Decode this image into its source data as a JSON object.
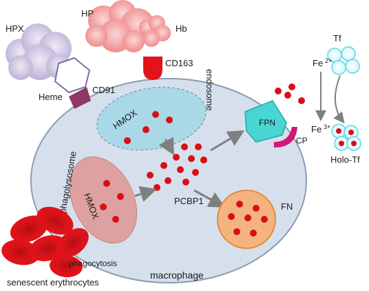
{
  "labels": {
    "hpx": "HPX",
    "hp": "HP",
    "hb": "Hb",
    "heme": "Heme",
    "cd91": "CD91",
    "cd163": "CD163",
    "endosome": "endosome",
    "hmox_endosome": "HMOX",
    "hmox_phagolysosome": "HMOX",
    "phagolysosome": "phagolysosome",
    "pcbp1": "PCBP1",
    "fpn": "FPN",
    "cp": "CP",
    "fn": "FN",
    "macrophage": "macrophage",
    "phagocytosis": "phagocytosis",
    "senescent_erythrocytes": "senescent erythrocytes",
    "tf": "Tf",
    "fe2_base": "Fe",
    "fe2_charge": "2+",
    "fe3_base": "Fe",
    "fe3_charge": "3+",
    "holo_tf": "Holo-Tf"
  },
  "colors": {
    "cell_fill": "#d6e0ec",
    "cell_stroke": "#8a9bb4",
    "endosome_fill": "#a9d8e6",
    "phagolysosome_fill": "#dca1a0",
    "fn_fill": "#f5b37f",
    "fn_stroke": "#e58a3c",
    "fpn_fill": "#48d6d2",
    "cp_color": "#d1187a",
    "iron_dot": "#d80f17",
    "arrow": "#7f7f7f",
    "hpx_fill": "#c7bedd",
    "hp_fill": "#f08e8e",
    "cd91_fill": "#8c3a62",
    "cd163_fill": "#e3131b",
    "tf_stroke": "#5fd6e4",
    "erythrocyte_fill": "#e3121a"
  }
}
